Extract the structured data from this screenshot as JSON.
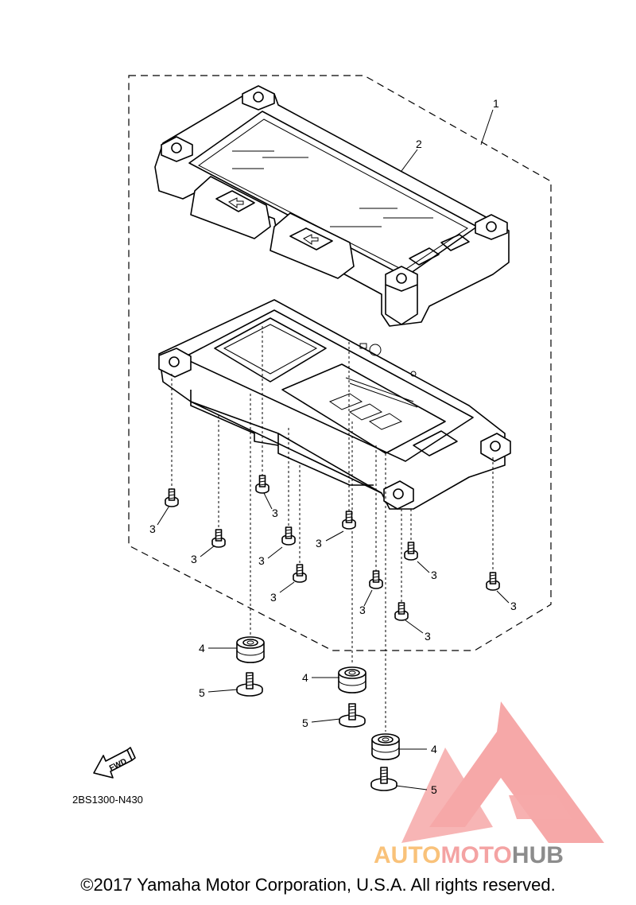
{
  "callouts": {
    "p1": "1",
    "p2": "2",
    "p3": "3",
    "p4": "4",
    "p5": "5"
  },
  "fwd_label": "FWD",
  "diagram_code": "2BS1300-N430",
  "watermark": {
    "part1": "AUTO",
    "part2": "MOTO",
    "part3": "HUB",
    "colors": {
      "auto": "#f9c27a",
      "moto": "#f4a3a3",
      "hub": "#8c8c8c",
      "logo": "#f6a8a8"
    }
  },
  "copyright": "©2017 Yamaha Motor Corporation, U.S.A. All rights reserved."
}
